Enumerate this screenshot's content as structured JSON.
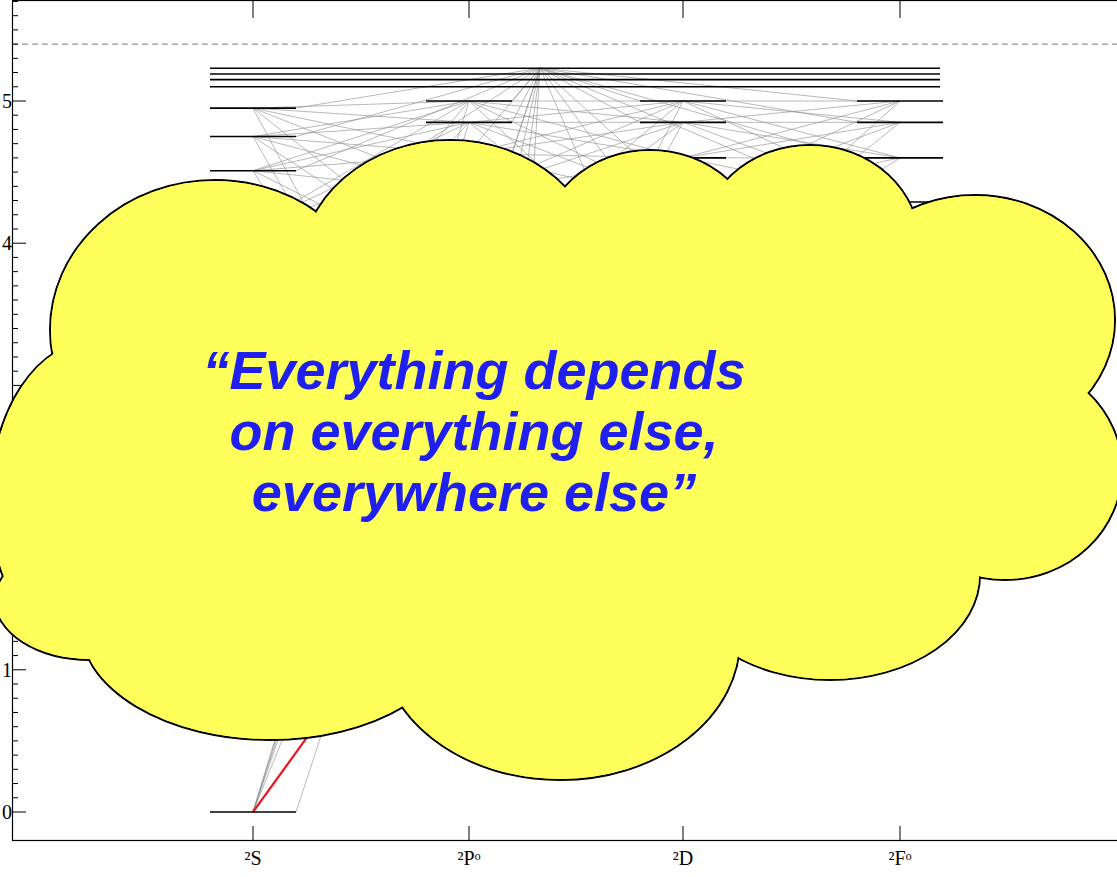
{
  "diagram": {
    "nodes": [
      {
        "text": [
          "“Everything depends on everything else, everywhere else”"
        ]
      }
    ],
    "labels": [
      "5",
      "4",
      "1",
      "0",
      "²S",
      "²Pᵒ",
      "²D",
      "²Fᵒ"
    ]
  }
}
